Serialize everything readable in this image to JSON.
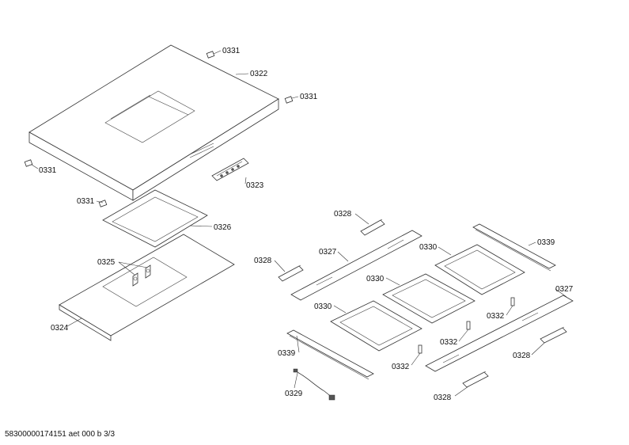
{
  "labels": {
    "p0331a": "0331",
    "p0322": "0322",
    "p0331b": "0331",
    "p0331c": "0331",
    "p0323": "0323",
    "p0331d": "0331",
    "p0326": "0326",
    "p0325": "0325",
    "p0324": "0324",
    "p0328a": "0328",
    "p0328b": "0328",
    "p0327a": "0327",
    "p0330a": "0330",
    "p0330b": "0330",
    "p0330c": "0330",
    "p0339a": "0339",
    "p0339b": "0339",
    "p0332a": "0332",
    "p0332b": "0332",
    "p0332c": "0332",
    "p0327b": "0327",
    "p0328c": "0328",
    "p0328d": "0328",
    "p0329": "0329"
  },
  "footer": "58300000174151 aet 000 b 3/3"
}
